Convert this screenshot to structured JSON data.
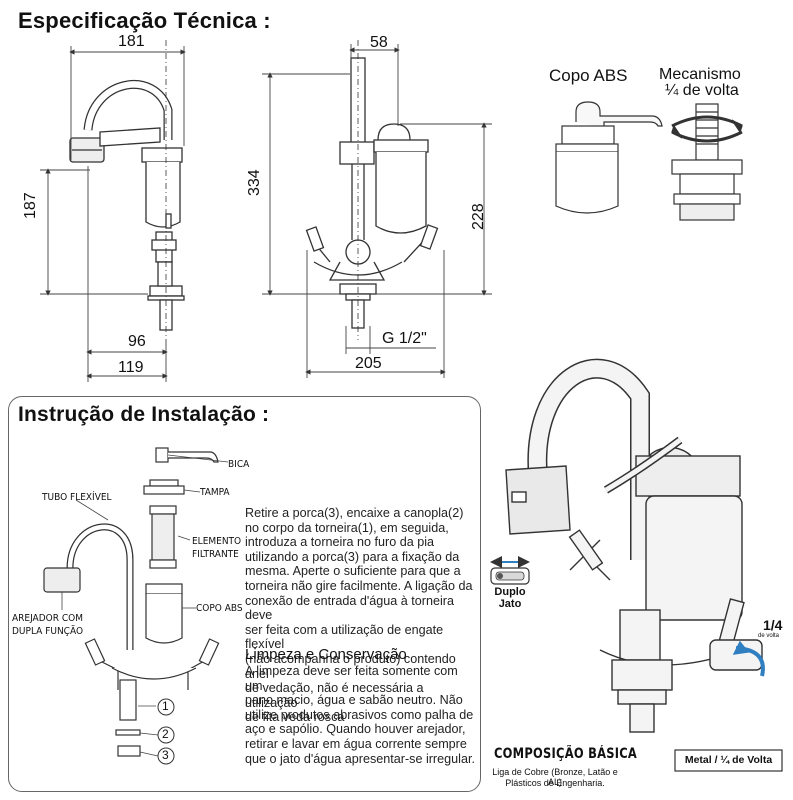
{
  "spec": {
    "title": "Especificação Técnica :",
    "dims": {
      "w181": "181",
      "w58": "58",
      "h187": "187",
      "h334": "334",
      "h228": "228",
      "w96": "96",
      "w119": "119",
      "w205": "205",
      "thread": "G 1/2\""
    },
    "copo_label": "Copo ABS",
    "mec_label_1": "Mecanismo",
    "mec_label_2": "¼ de volta"
  },
  "install": {
    "title": "Instrução de Instalação :",
    "parts": {
      "bica": "BICA",
      "tampa": "TAMPA",
      "tubo": "TUBO FLEXÍVEL",
      "elemento_1": "ELEMENTO",
      "elemento_2": "FILTRANTE",
      "copo": "COPO ABS",
      "arejador_1": "AREJADOR COM",
      "arejador_2": "DUPLA FUNÇÃO",
      "n1": "1",
      "n2": "2",
      "n3": "3"
    },
    "text_lines": [
      "Retire a porca(3), encaixe a canopla(2)",
      "no corpo da torneira(1), em seguida,",
      "introduza a torneira no furo da pia",
      "utilizando a porca(3) para a fixação da",
      "mesma. Aperte o suficiente para que a",
      "torneira não gire facilmente. A ligação da",
      "conexão de entrada d'água à torneira deve",
      "ser feita com a utilização de engate flexível",
      "(não acompanha o produto) contendo anel",
      "de vedação, não é necessária a utilização",
      "de fita veda rosca"
    ],
    "clean_title": "Limpeza e Conservação",
    "clean_lines": [
      "A limpeza deve ser feita somente com um",
      "pano macio, água e sabão neutro. Não",
      "utilize produtos abrasivos como palha de",
      "aço e sapólio. Quando houver arejador,",
      "retirar e lavar em água corrente sempre",
      "que o jato d'água apresentar-se irregular."
    ]
  },
  "product": {
    "duplo_1": "Duplo",
    "duplo_2": "Jato",
    "quarter": "1/4",
    "quarter_sub": "de volta",
    "comp_title": "COMPOSIÇÃO BÁSICA",
    "comp_line1": "Liga de Cobre (Bronze, Latão e AL)",
    "comp_line2": "Plásticos de Engenharia.",
    "badge": "Metal / ¼ de Volta"
  },
  "colors": {
    "accent": "#2f7fc1",
    "line": "#333333",
    "fill_light": "#f2f2f2"
  }
}
